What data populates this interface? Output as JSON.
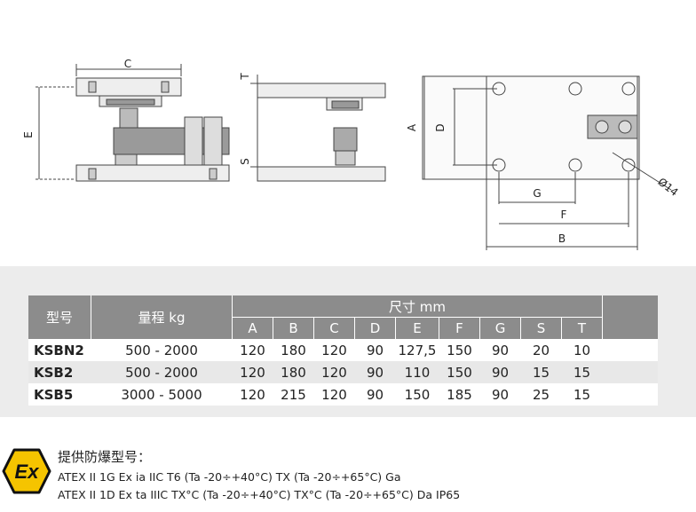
{
  "drawing_labels": {
    "c": "C",
    "e": "E",
    "t": "T",
    "s": "S",
    "a": "A",
    "d": "D",
    "g": "G",
    "f": "F",
    "b": "B",
    "hole": "Ø14"
  },
  "table": {
    "col_model": "型号",
    "col_capacity": "量程 kg",
    "col_dims": "尺寸 mm",
    "dim_headers": [
      "A",
      "B",
      "C",
      "D",
      "E",
      "F",
      "G",
      "S",
      "T"
    ],
    "rows": [
      {
        "model": "KSBN2",
        "capacity": "500 - 2000",
        "dims": [
          "120",
          "180",
          "120",
          "90",
          "127,5",
          "150",
          "90",
          "20",
          "10"
        ]
      },
      {
        "model": "KSB2",
        "capacity": "500 - 2000",
        "dims": [
          "120",
          "180",
          "120",
          "90",
          "110",
          "150",
          "90",
          "15",
          "15"
        ]
      },
      {
        "model": "KSB5",
        "capacity": "3000 - 5000",
        "dims": [
          "120",
          "215",
          "120",
          "90",
          "150",
          "185",
          "90",
          "25",
          "15"
        ]
      }
    ]
  },
  "ex": {
    "logo_text": "Ex",
    "logo_color": "#f5c400",
    "title": "提供防爆型号：",
    "line1": "ATEX II 1G Ex ia IIC T6 (Ta -20÷+40°C) TX (Ta -20÷+65°C) Ga",
    "line2": "ATEX II 1D Ex ta IIIC TX°C (Ta -20÷+40°C) TX°C (Ta -20÷+65°C) Da IP65"
  }
}
